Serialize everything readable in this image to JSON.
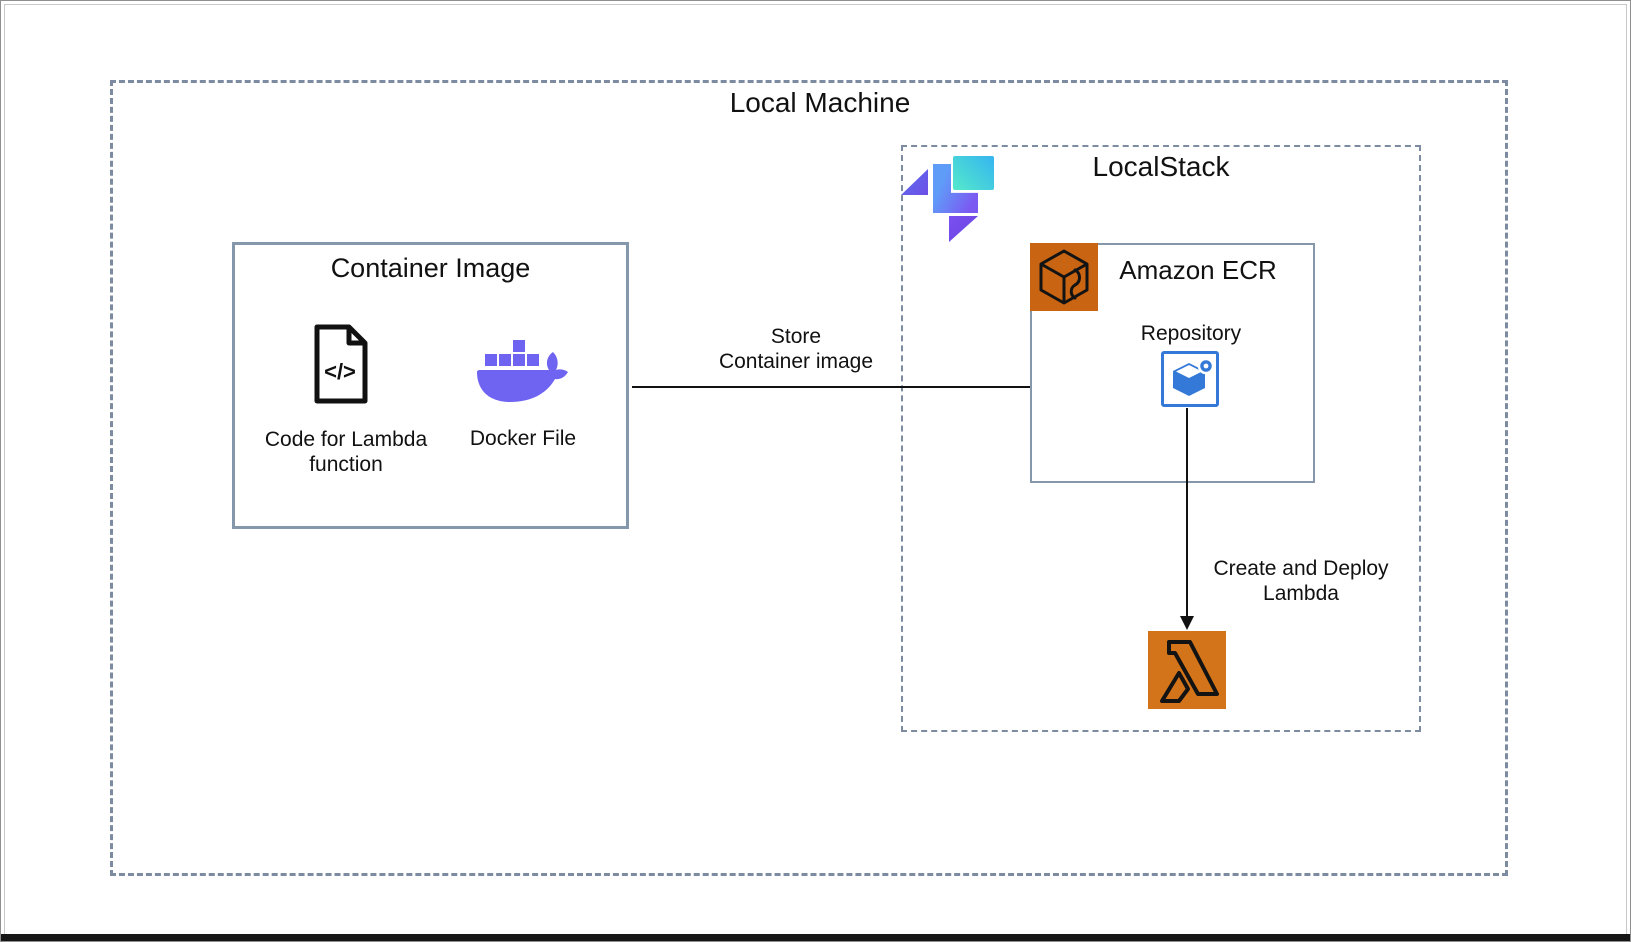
{
  "local_machine": {
    "title": "Local Machine"
  },
  "localstack": {
    "title": "LocalStack",
    "logo": "localstack-logo"
  },
  "container_image": {
    "title": "Container Image",
    "code_icon": "code-file-icon",
    "code_label_line1": "Code for Lambda",
    "code_label_line2": "function",
    "docker_icon": "docker-whale-icon",
    "docker_label": "Docker File"
  },
  "store_arrow": {
    "label_line1": "Store",
    "label_line2": "Container image"
  },
  "ecr": {
    "title": "Amazon ECR",
    "service_icon": "amazon-ecr-icon",
    "repository_label": "Repository",
    "repository_icon": "ecr-repository-icon"
  },
  "deploy_arrow": {
    "label_line1": "Create and Deploy",
    "label_line2": "Lambda"
  },
  "lambda": {
    "icon": "aws-lambda-icon"
  },
  "colors": {
    "dashed_border": "#7c8ba0",
    "solid_border": "#8497ab",
    "docker_purple": "#6f63f2",
    "ecr_orange": "#c96412",
    "lambda_orange": "#d4741a",
    "repository_blue": "#3478d8",
    "localstack_teal": "#55e9cb",
    "localstack_blue": "#35b5f0",
    "localstack_purple": "#7a4ff0",
    "arrow": "#111111",
    "bottom_bar": "#161616"
  }
}
